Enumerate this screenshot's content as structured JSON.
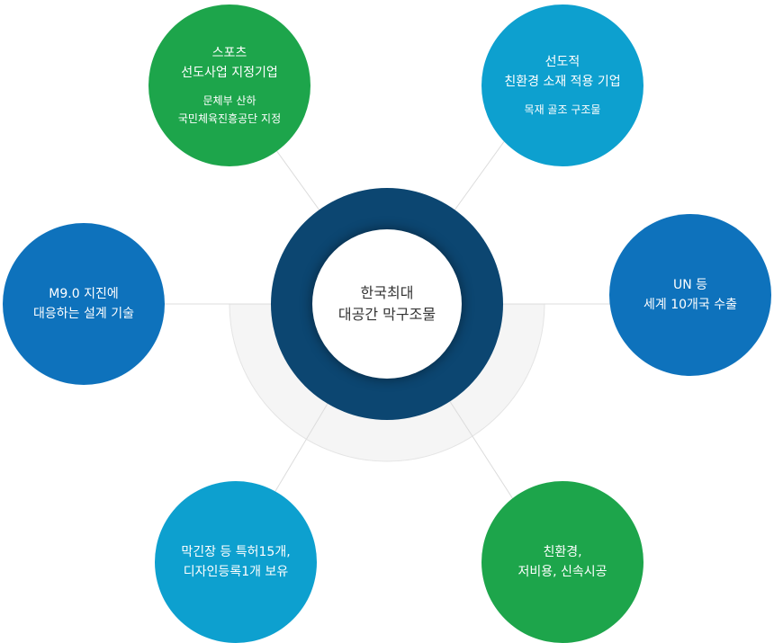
{
  "colors": {
    "center_ring": "#0c4671",
    "green": "#1da54b",
    "cyan": "#0da0cf",
    "blue": "#0e72bc",
    "connector": "#dcdcdc",
    "arc_fill": "#f5f5f5"
  },
  "center": {
    "lines": [
      "한국최대",
      "대공간 막구조물"
    ]
  },
  "nodes": {
    "top_left": {
      "color": "green",
      "title": [
        "스포츠",
        "선도사업 지정기업"
      ],
      "sub": [
        "문체부 산하",
        "국민체육진흥공단 지정"
      ]
    },
    "top_right": {
      "color": "cyan",
      "title": [
        "선도적",
        "친환경 소재 적용 기업"
      ],
      "sub": [
        "목재 골조 구조물"
      ]
    },
    "left": {
      "color": "blue",
      "title": [
        "M9.0 지진에",
        "대응하는 설계 기술"
      ]
    },
    "right": {
      "color": "blue",
      "title": [
        "UN 등",
        "세계 10개국 수출"
      ]
    },
    "bottom_left": {
      "color": "cyan",
      "title": [
        "막긴장 등 특허15개,",
        "디자인등록1개 보유"
      ]
    },
    "bottom_right": {
      "color": "green",
      "title": [
        "친환경,",
        "저비용, 신속시공"
      ]
    }
  }
}
